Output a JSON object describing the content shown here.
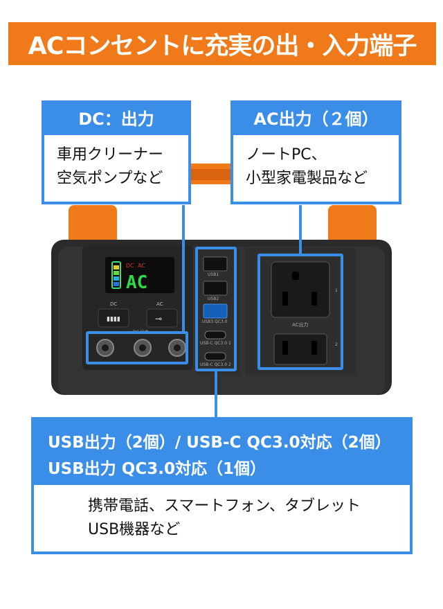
{
  "banner": {
    "title": "ACコンセントに充実の出・入力端子"
  },
  "dc_callout": {
    "heading": "DC：出力",
    "line1": "車用クリーナー",
    "line2": "空気ポンプなど"
  },
  "ac_callout": {
    "heading": "AC出力（２個）",
    "line1": "ノートPC、",
    "line2": "小型家電製品など"
  },
  "usb_callout": {
    "heading_line1": "USB出力（2個）/ USB-C QC3.0対応（2個）",
    "heading_line2": "USB出力 QC3.0対応（1個）",
    "body_line1": "携帯電話、スマートフォン、タブレット",
    "body_line2": "USB機器など"
  },
  "device": {
    "display": {
      "dc_label": "DC",
      "ac_label": "AC"
    },
    "button_dc_label": "DC",
    "button_ac_label": "AC",
    "dc_ports_label": "DC 出力",
    "usb_ports": [
      "USB1",
      "USB2",
      "USB3 QC3.0",
      "USB-C QC3.0 1",
      "USB-C QC3.0 2"
    ],
    "ac_panel_label": "AC出力",
    "ac_outlet_numbers": [
      "1",
      "2"
    ]
  },
  "colors": {
    "accent_orange": "#f07a1a",
    "callout_blue": "#3a8ee8",
    "device_body": "#2b2b2b"
  }
}
